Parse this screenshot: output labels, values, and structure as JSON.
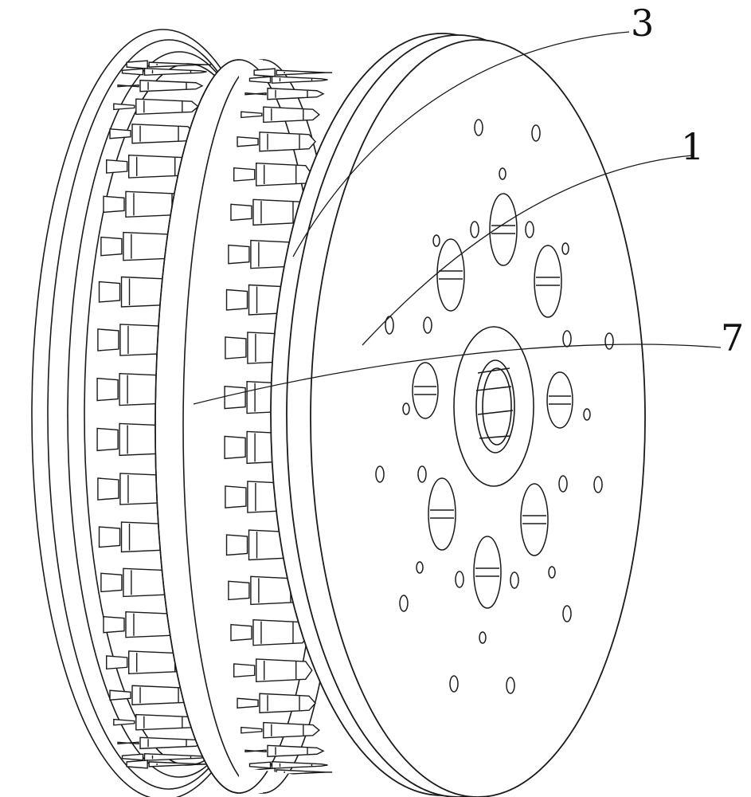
{
  "labels": {
    "label_3": "3",
    "label_1": "1",
    "label_7": "7"
  },
  "colors": {
    "line": "#1a1a1a",
    "paper": "#ffffff",
    "hole_fill": "#ffffff"
  },
  "icons": {
    "main_subject": "seed-metering-wheel-drawing"
  }
}
